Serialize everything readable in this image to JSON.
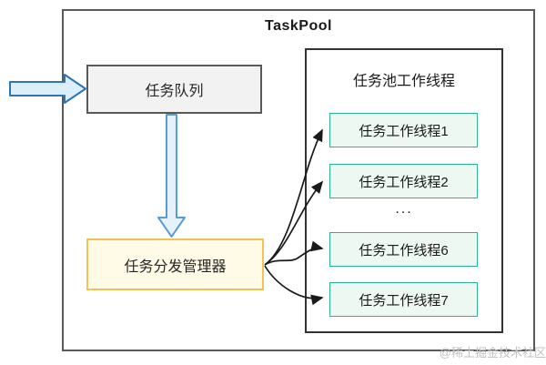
{
  "diagram": {
    "title": "TaskPool",
    "queue_box": {
      "label": "任务队列"
    },
    "dispatcher_box": {
      "label": "任务分发管理器"
    },
    "worker_panel": {
      "title": "任务池工作线程",
      "threads": [
        {
          "label": "任务工作线程1"
        },
        {
          "label": "任务工作线程2"
        },
        {
          "label": "任务工作线程6"
        },
        {
          "label": "任务工作线程7"
        }
      ],
      "ellipsis": "..."
    },
    "watermark": "@稀土掘金技术社区",
    "colors": {
      "outer_border": "#595959",
      "queue_fill": "#f2f2f2",
      "queue_border": "#595959",
      "dispatcher_fill": "#fffbe6",
      "dispatcher_border": "#f2c34e",
      "worker_fill": "#edf8f2",
      "worker_border": "#2ab394",
      "panel_border": "#333333",
      "blue_arrow_fill": "#ddeefb",
      "blue_arrow_stroke_in": "#2e75b6",
      "blue_arrow_stroke_down": "#5b9bd5",
      "connector_stroke": "#1a1a1a",
      "watermark_color": "#c2c2c2"
    }
  }
}
